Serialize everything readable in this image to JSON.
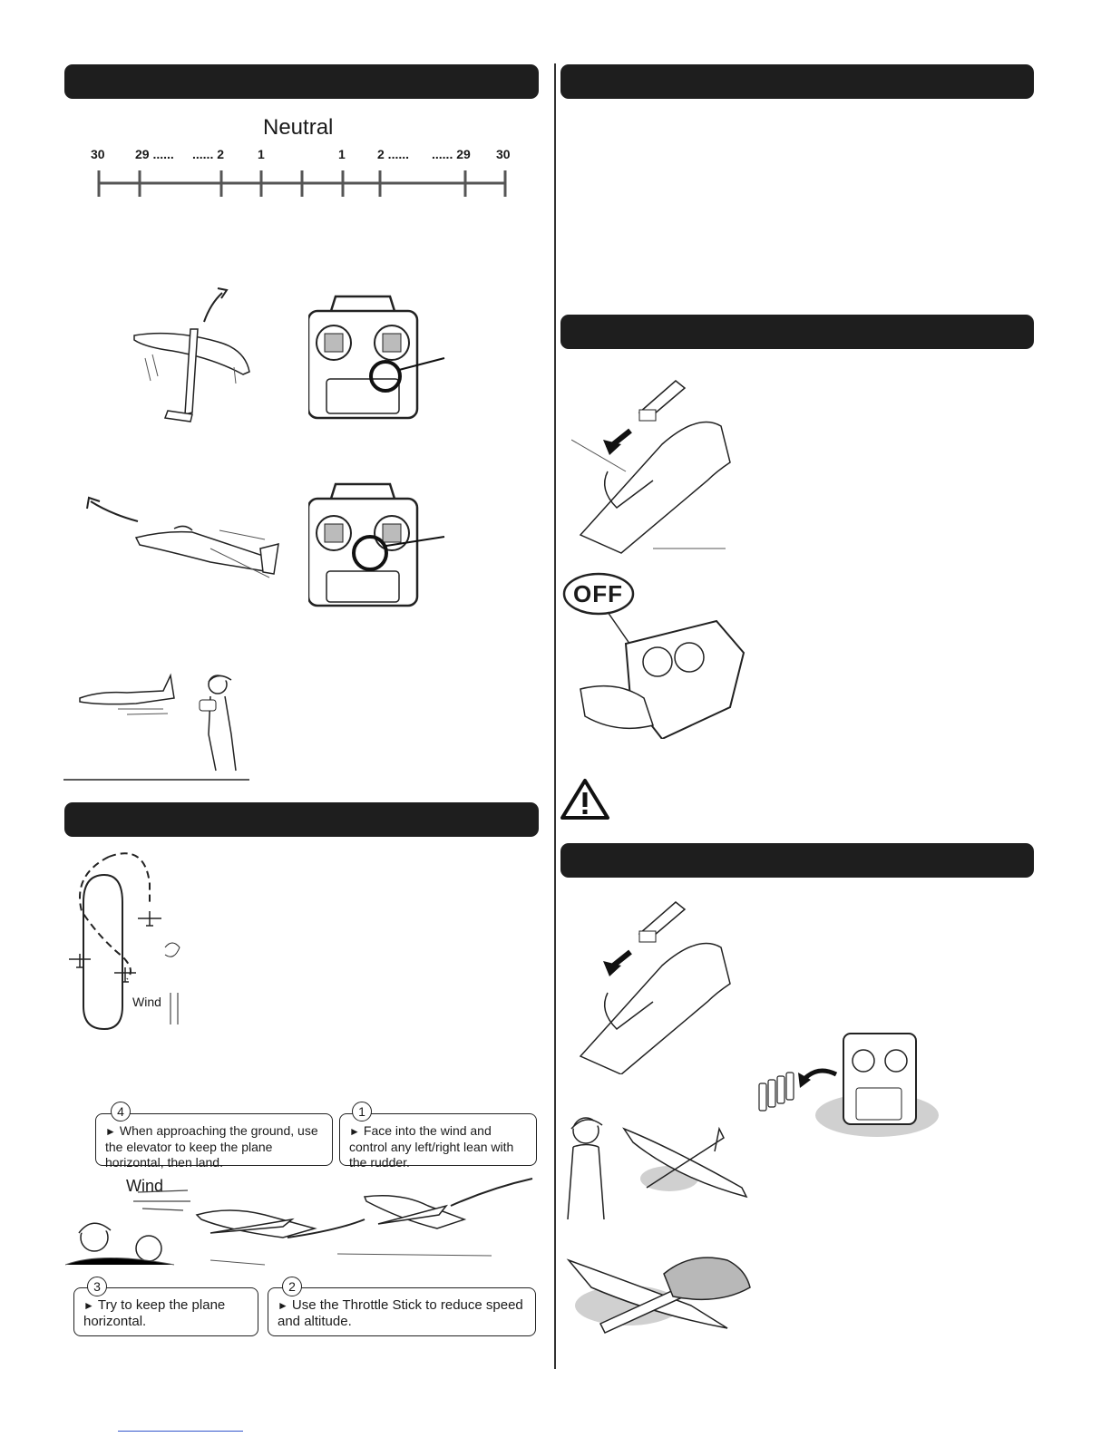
{
  "trim_scale": {
    "title": "Neutral",
    "labels": [
      "30",
      "29 ......",
      "...... 2",
      "1",
      "1",
      "2 ......",
      "...... 29",
      "30"
    ]
  },
  "flight_pattern": {
    "wind_label": "Wind"
  },
  "landing": {
    "wind_label": "Wind",
    "steps": [
      {
        "number": "4",
        "text": "When approaching the ground, use the elevator to keep the plane horizontal, then land."
      },
      {
        "number": "1",
        "text": "Face into the wind and control any left/right lean with the rudder."
      },
      {
        "number": "3",
        "text": "Try to keep the plane horizontal."
      },
      {
        "number": "2",
        "text": "Use the Throttle Stick to reduce speed and altitude."
      }
    ]
  },
  "power_off": {
    "switch_label": "OFF"
  },
  "colors": {
    "header_bar": "#1e1e1e",
    "shadow": "#d0d0d0"
  }
}
